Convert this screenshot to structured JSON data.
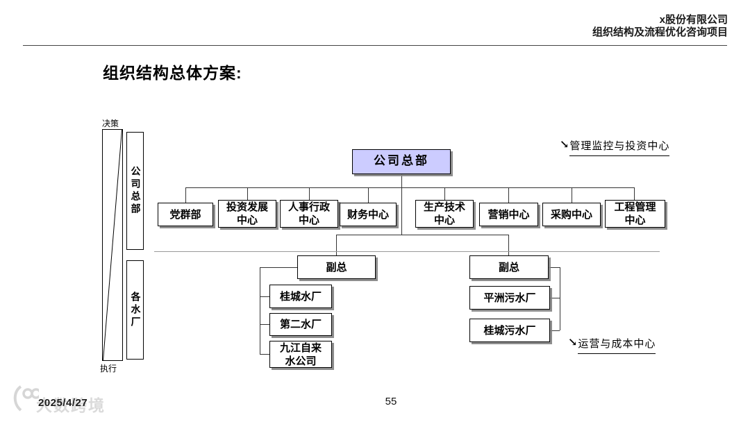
{
  "header": {
    "company": "x股份有限公司",
    "project": "组织结构及流程优化咨询项目"
  },
  "title": "组织结构总体方案:",
  "side_scale": {
    "top_label": "决策",
    "bottom_label": "执行",
    "upper_bar": "公司总部",
    "lower_bar": "各水厂"
  },
  "chart": {
    "root": "公司总部",
    "departments": [
      "党群部",
      "投资发展\n中心",
      "人事行政\n中心",
      "财务中心",
      "生产技术\n中心",
      "营销中心",
      "采购中心",
      "工程管理\n中心"
    ],
    "deputy_left": "副总",
    "deputy_right": "副总",
    "left_plants": [
      "桂城水厂",
      "第二水厂",
      "九江自来\n水公司"
    ],
    "right_plants": [
      "平洲污水厂",
      "桂城污水厂"
    ]
  },
  "annotations": {
    "arrow_icon": "↘",
    "top": "管理监控与投资中心",
    "bottom": "运营与成本中心"
  },
  "footer": {
    "date": "2025/4/27",
    "page": "55",
    "watermark": "大数跨境"
  },
  "colors": {
    "root_fill": "#ccccff",
    "shadow": "#828282",
    "line": "#333333"
  }
}
